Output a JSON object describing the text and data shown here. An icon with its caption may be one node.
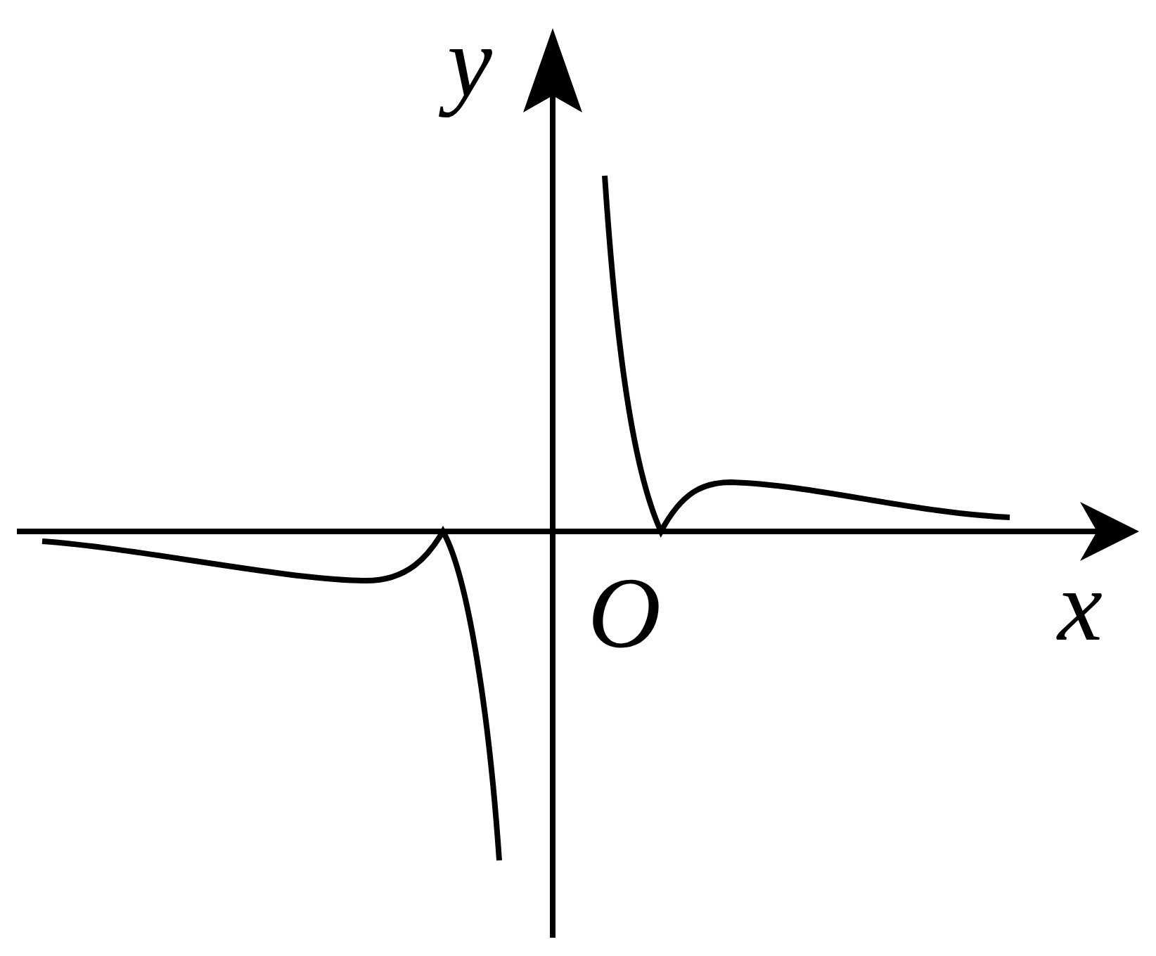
{
  "diagram": {
    "labels": [
      "y",
      "x",
      "O"
    ]
  }
}
